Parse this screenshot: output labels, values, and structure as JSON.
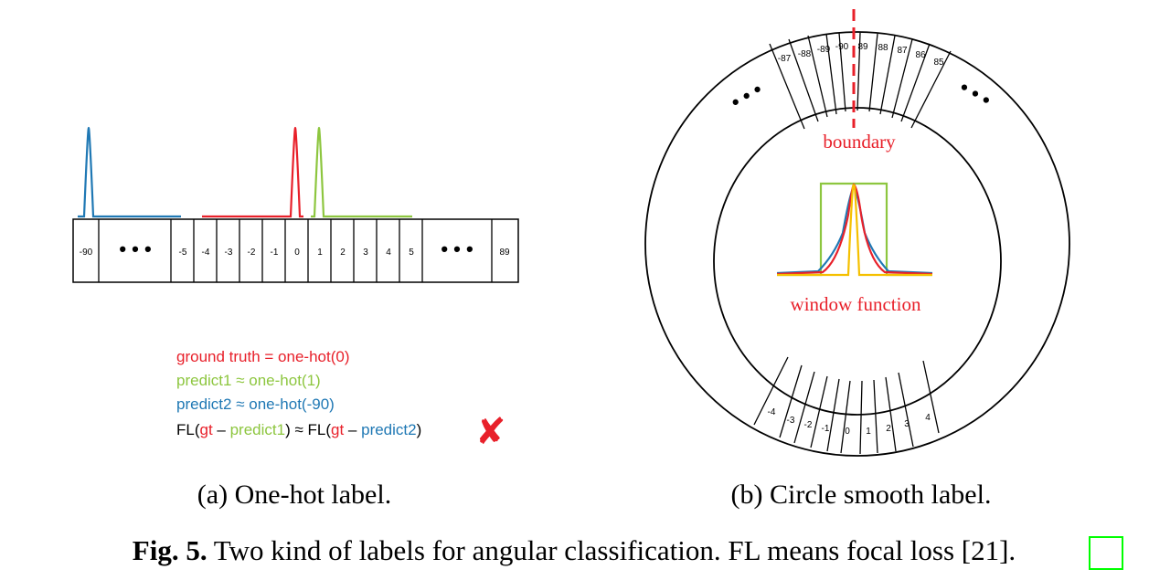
{
  "panel_a": {
    "bins_left": [
      "-90",
      "• • •",
      "-5"
    ],
    "bins_center": [
      "-4",
      "-3",
      "-2",
      "-1",
      "0",
      "1",
      "2",
      "3",
      "4",
      "5"
    ],
    "bins_right": [
      "• • •",
      "89"
    ],
    "legend": {
      "gt": "ground truth = one-hot(0)",
      "p1": "predict1 ≈ one-hot(1)",
      "p2": "predict2 ≈ one-hot(-90)",
      "fl_prefix": "FL(",
      "fl_gt1": "gt",
      "fl_dash1": " – ",
      "fl_p1": "predict1",
      "fl_mid": ") ≈  FL(",
      "fl_gt2": "gt",
      "fl_dash2": " – ",
      "fl_p2": "predict2",
      "fl_end": ")",
      "cross": "✘"
    },
    "subcaption": "(a) One-hot label.",
    "colors": {
      "gt": "#e8202a",
      "p1": "#8dc63f",
      "p2": "#1f78b4",
      "cross": "#e8202a"
    }
  },
  "panel_b": {
    "top_labels": [
      "-87",
      "-88",
      "-89",
      "-90",
      "89",
      "88",
      "87",
      "86",
      "85"
    ],
    "bottom_labels": [
      "-4",
      "-3",
      "-2",
      "-1",
      "0",
      "1",
      "2",
      "3",
      "4"
    ],
    "dots_left": "• • •",
    "dots_right": "• • •",
    "boundary": "boundary",
    "window_function": "window function",
    "subcaption": "(b) Circle smooth label.",
    "colors": {
      "boundary": "#e8202a",
      "window_text": "#e8202a",
      "green": "#8dc63f",
      "blue": "#1f78b4",
      "red": "#e8202a",
      "yellow": "#f5c000"
    }
  },
  "caption": {
    "prefix": "Fig. 5.",
    "text": " Two kind of labels for angular classification. FL means focal loss [",
    "ref": "21",
    "suffix": "]."
  }
}
